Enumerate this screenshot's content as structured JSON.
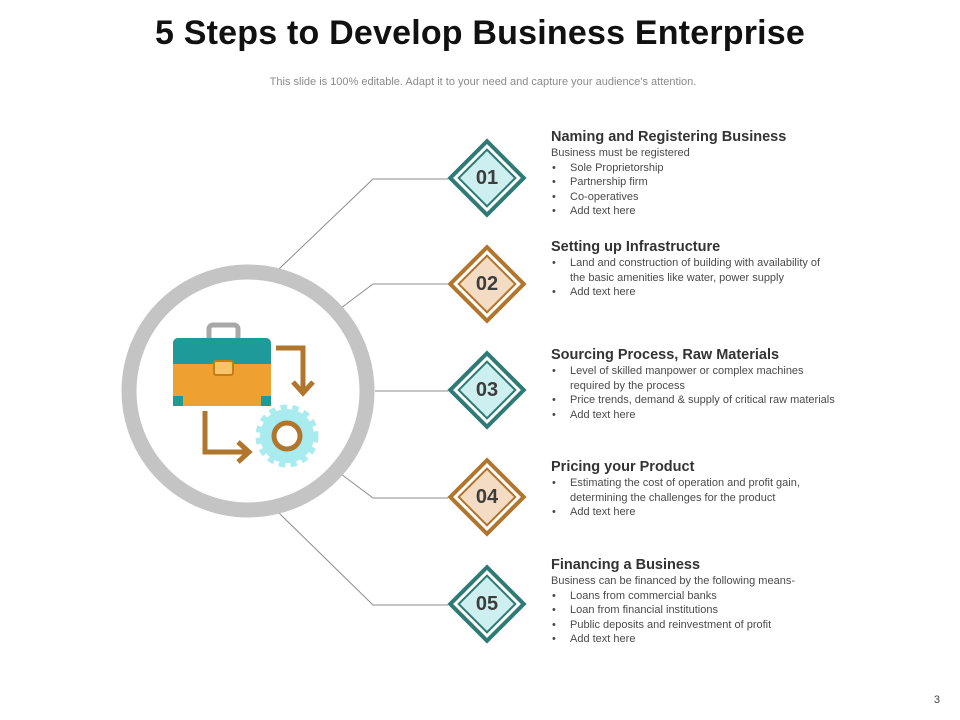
{
  "title": "5 Steps to Develop Business Enterprise",
  "subtitle": "This slide is 100% editable. Adapt it to your need and capture your audience’s attention.",
  "page_number": "3",
  "colors": {
    "teal": "#2e7a74",
    "teal_fill": "#cdeff0",
    "brown": "#b0762d",
    "brown_fill": "#f4dcc4",
    "ring": "#c4c4c4",
    "connector": "#8c8c8c",
    "briefcase_teal": "#1f9a9b",
    "briefcase_orange": "#eea130",
    "arrow": "#b0762d",
    "gear": "#a9ecf0"
  },
  "hub": {
    "icon_names": [
      "briefcase-icon",
      "arrow-down-icon",
      "arrow-right-icon",
      "gear-icon"
    ]
  },
  "steps": [
    {
      "number": "01",
      "color": "teal",
      "title": "Naming and Registering Business",
      "intro": "Business must be registered",
      "bullets": [
        "Sole Proprietorship",
        "Partnership firm",
        "Co-operatives",
        "Add text here"
      ]
    },
    {
      "number": "02",
      "color": "brown",
      "title": "Setting up Infrastructure",
      "intro": "",
      "bullets": [
        "Land and construction of building with availability of the basic amenities like water, power supply",
        "Add text here"
      ]
    },
    {
      "number": "03",
      "color": "teal",
      "title": "Sourcing Process, Raw Materials",
      "intro": "",
      "bullets": [
        "Level of skilled manpower or complex machines required by the process",
        "Price trends, demand & supply of critical raw materials",
        "Add text here"
      ]
    },
    {
      "number": "04",
      "color": "brown",
      "title": "Pricing your Product",
      "intro": "",
      "bullets": [
        "Estimating the cost of operation and profit gain, determining the challenges for the product",
        "Add text here"
      ]
    },
    {
      "number": "05",
      "color": "teal",
      "title": "Financing a Business",
      "intro": "Business can be financed by the following means-",
      "bullets": [
        "Loans from commercial banks",
        "Loan from financial institutions",
        "Public deposits and reinvestment of profit",
        "Add text here"
      ]
    }
  ]
}
